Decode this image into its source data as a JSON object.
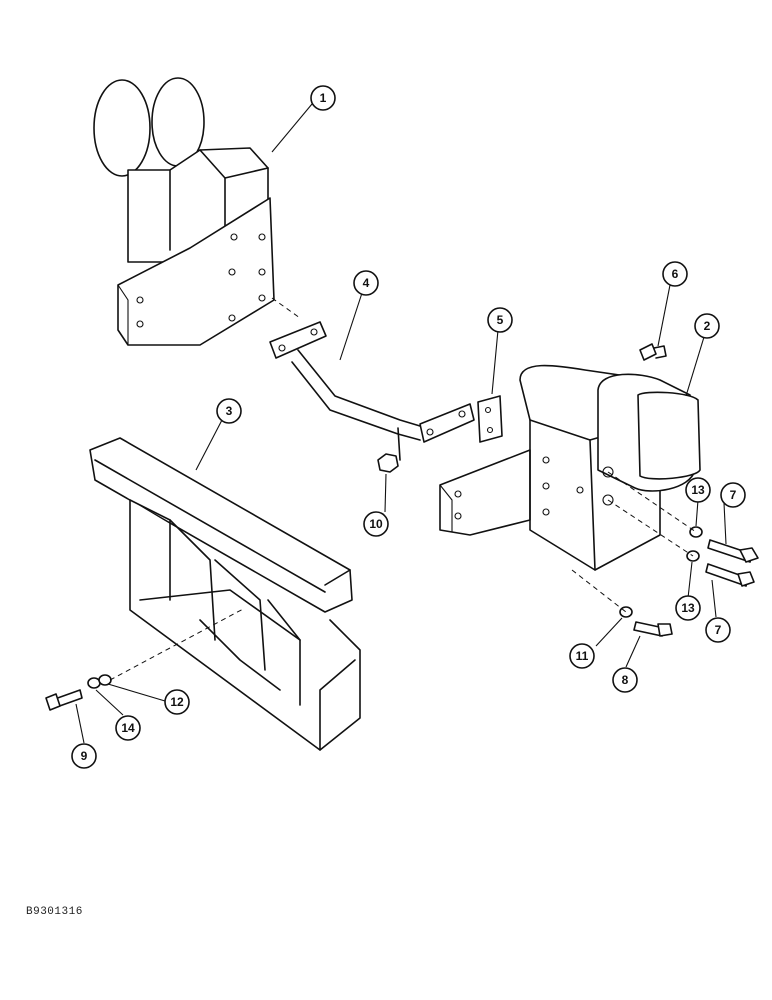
{
  "callouts": [
    "1",
    "2",
    "3",
    "4",
    "5",
    "6",
    "7",
    "7",
    "8",
    "9",
    "10",
    "11",
    "12",
    "13",
    "13",
    "14"
  ],
  "figure_code": "B9301316"
}
